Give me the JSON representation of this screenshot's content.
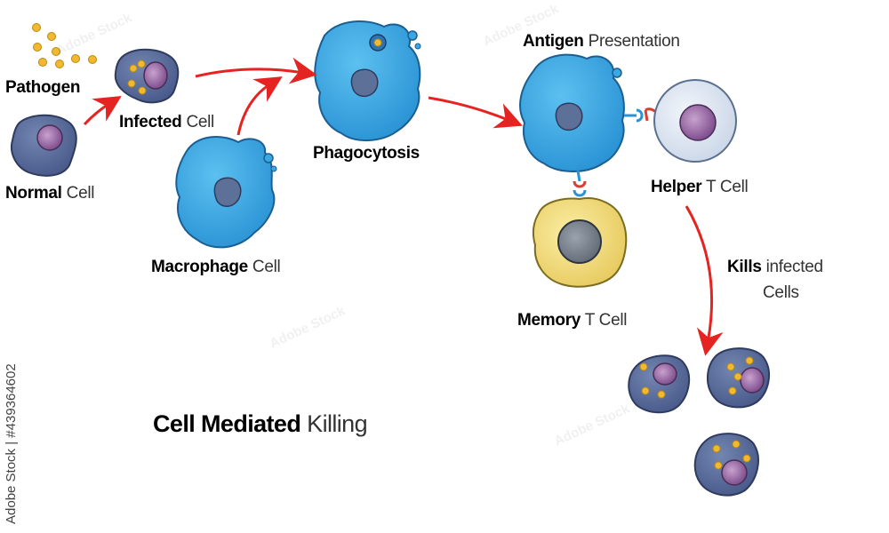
{
  "labels": {
    "pathogen": "Pathogen",
    "infected_bold": "Infected",
    "infected_light": "Cell",
    "normal_bold": "Normal",
    "normal_light": "Cell",
    "macrophage_bold": "Macrophage",
    "macrophage_light": "Cell",
    "phagocytosis": "Phagocytosis",
    "antigen_bold": "Antigen",
    "antigen_light": "Presentation",
    "helper_bold": "Helper",
    "helper_light": "T Cell",
    "memory_bold": "Memory",
    "memory_light": "T Cell",
    "kills_bold": "Kills",
    "kills_light_1": "infected",
    "kills_light_2": "Cells"
  },
  "title": {
    "bold": "Cell Mediated",
    "light": "Killing"
  },
  "watermark": {
    "stock_id": "Adobe Stock | #439364602"
  },
  "colors": {
    "macrophage": "#3aa7e0",
    "macrophage_dark": "#1f82c4",
    "infected_cell": "#5a6e99",
    "nucleus": "#9a6aa6",
    "pathogen": "#f2b830",
    "memory_cell": "#f2dc78",
    "helper_cell": "#dde6f2",
    "arrow": "#e52421"
  }
}
